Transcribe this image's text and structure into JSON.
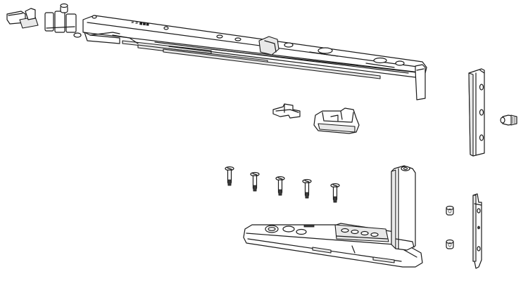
{
  "figure": {
    "type": "exploded technical line drawing",
    "subject": "window tilt-turn hardware kit (stay arm and corner hinge with fixings)",
    "background": "#ffffff",
    "line_color": "#1a1a1a"
  },
  "parts": [
    {
      "id": "stay-arm",
      "label": "Top stay arm assembly",
      "count": 1
    },
    {
      "id": "small-bracket",
      "label": "Small bracket clip",
      "count": 1
    },
    {
      "id": "end-cap",
      "label": "Arm end cap / keep",
      "count": 1
    },
    {
      "id": "frame-plate-upper",
      "label": "Upper frame bearing plate",
      "count": 1
    },
    {
      "id": "pin-bush",
      "label": "Pin bush",
      "count": 1
    },
    {
      "id": "screws",
      "label": "Countersunk fixing screws",
      "count": 5
    },
    {
      "id": "corner-hinge",
      "label": "Bottom corner hinge with pivot post",
      "count": 1
    },
    {
      "id": "plugs",
      "label": "Cover plugs",
      "count": 2
    },
    {
      "id": "frame-plate-lower",
      "label": "Lower frame bearing plate",
      "count": 1
    }
  ],
  "markings": {
    "arm_stamp": "≠ ≡ ■■■"
  }
}
